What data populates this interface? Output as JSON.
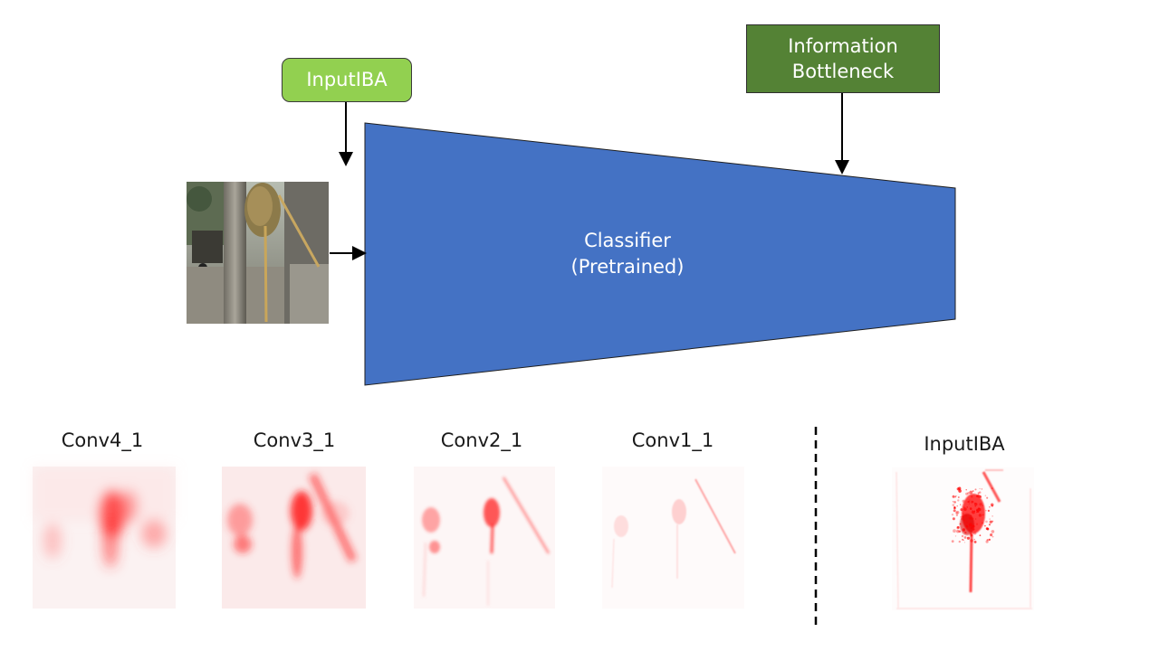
{
  "colors": {
    "inputiba_box": "#92d050",
    "information_bottleneck_box": "#548235",
    "classifier": "#4472c4",
    "heat": "#ff0000"
  },
  "boxes": {
    "inputiba": "InputIBA",
    "information_bottleneck": "Information\nBottleneck"
  },
  "classifier": {
    "line1": "Classifier",
    "line2": "(Pretrained)"
  },
  "input_image": {
    "icon": "photo-street-broom"
  },
  "heatmaps": [
    {
      "title": "Conv4_1"
    },
    {
      "title": "Conv3_1"
    },
    {
      "title": "Conv2_1"
    },
    {
      "title": "Conv1_1"
    },
    {
      "title": "InputIBA"
    }
  ]
}
